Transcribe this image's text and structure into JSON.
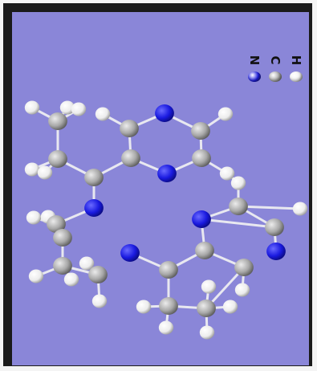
{
  "legend": [
    {
      "symbol": "N",
      "color": "#1a1ae0"
    },
    {
      "symbol": "C",
      "color": "#a8a8a8"
    },
    {
      "symbol": "H",
      "color": "#f2f2f2"
    }
  ],
  "colors": {
    "background": "#8a86d8",
    "frame": "#1a1a1a",
    "bond": "#e8e8f0",
    "nitrogen": "#1a1ae0",
    "carbon": "#a8a8a8",
    "hydrogen": "#f2f2f2"
  }
}
